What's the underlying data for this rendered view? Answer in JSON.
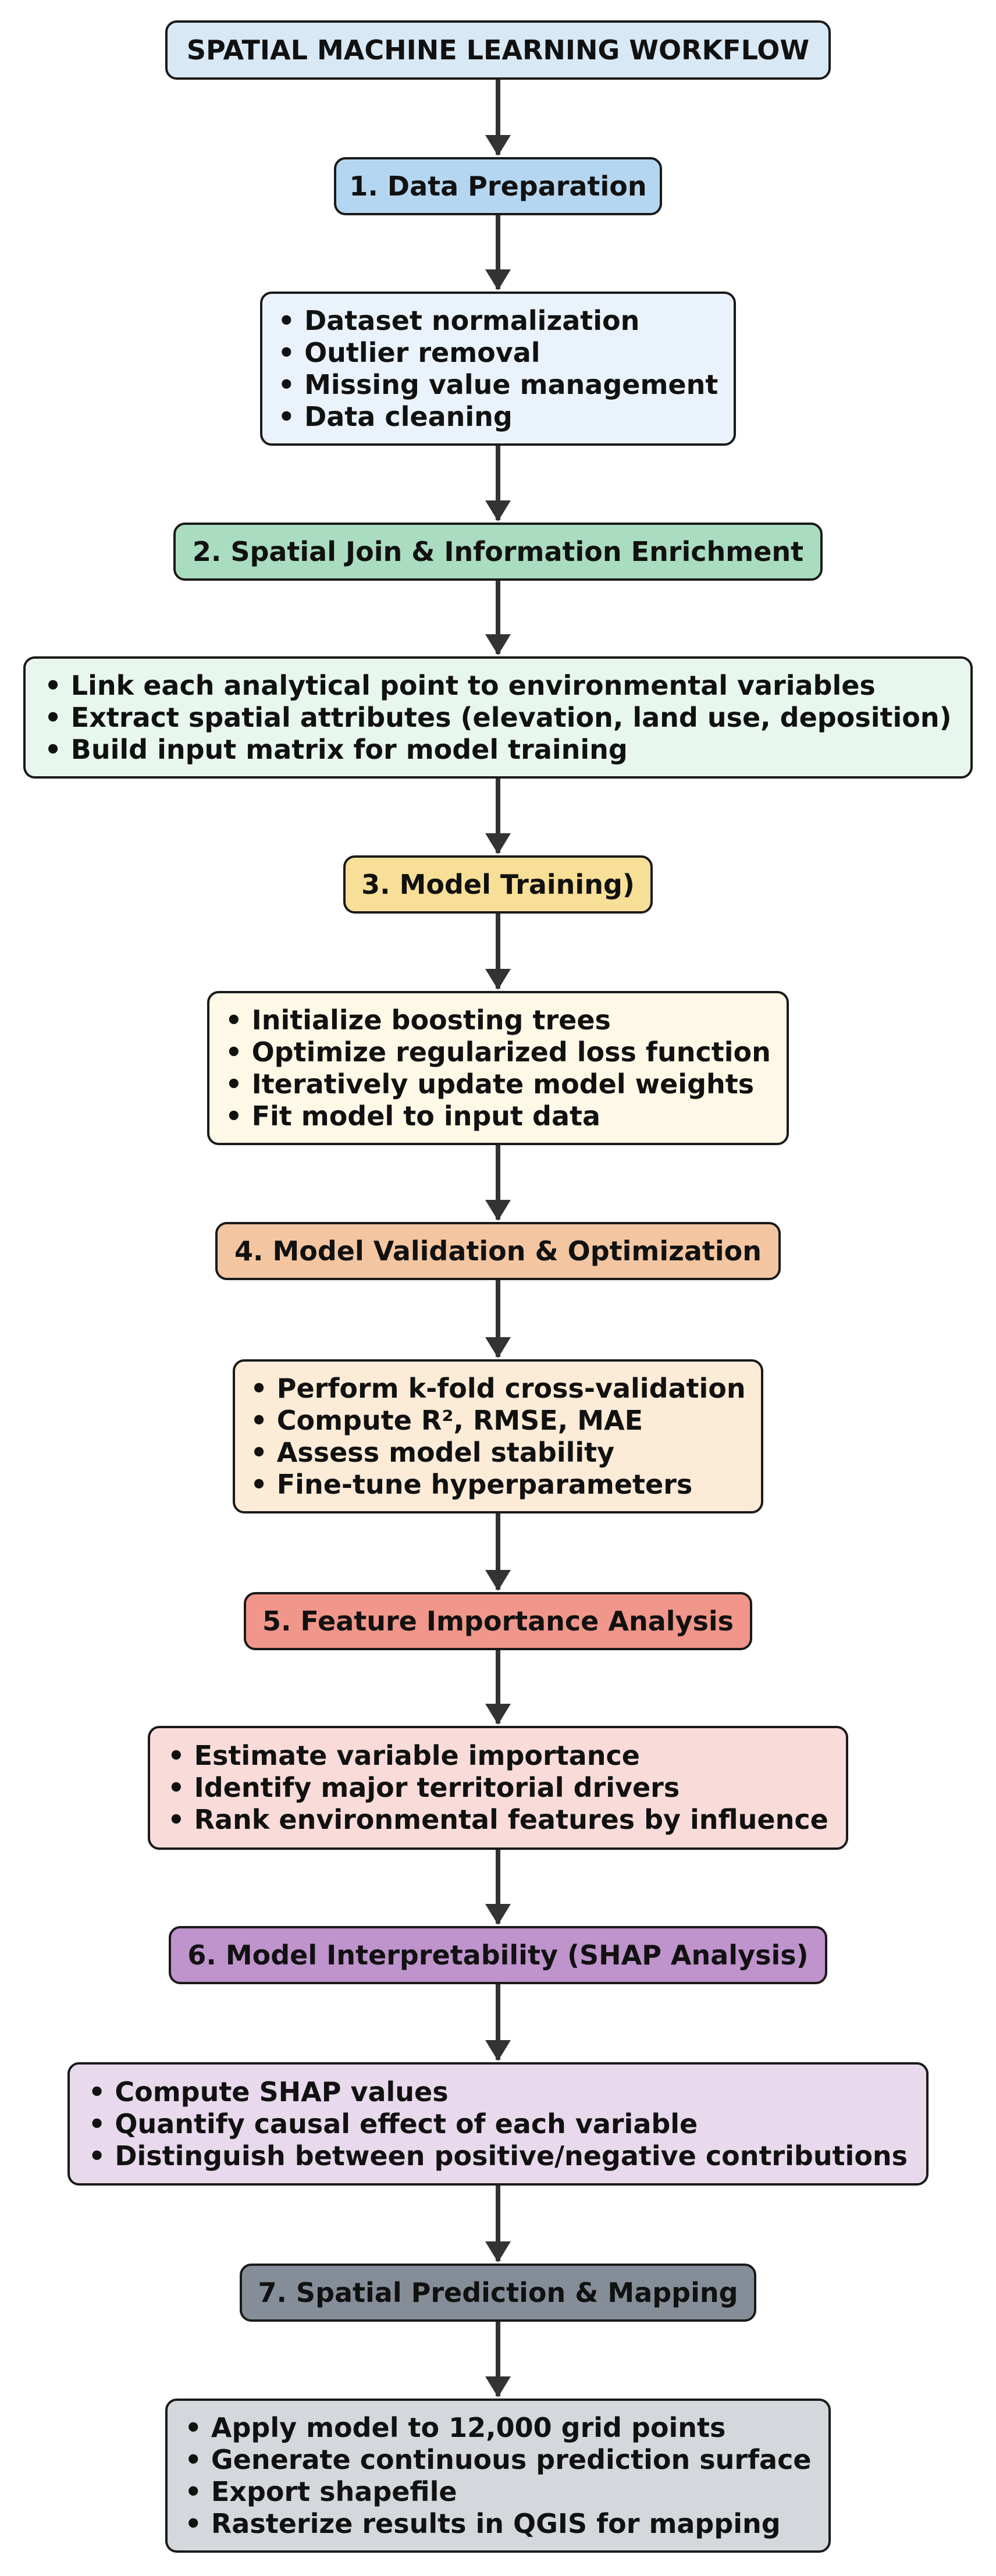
{
  "title": "SPATIAL MACHINE LEARNING WORKFLOW",
  "steps": [
    {
      "label": "1. Data Preparation",
      "color": "#b5d6f0",
      "list_color": "#eaf3fb",
      "bullets": [
        "Dataset normalization",
        "Outlier removal",
        "Missing value management",
        "Data cleaning"
      ]
    },
    {
      "label": "2. Spatial Join & Information Enrichment",
      "color": "#a9dcc0",
      "list_color": "#e8f7ee",
      "bullets": [
        "Link each analytical point to environmental variables",
        "Extract spatial attributes (elevation, land use, deposition)",
        "Build input matrix for model training"
      ]
    },
    {
      "label": "3. Model Training)",
      "color": "#f7df97",
      "list_color": "#fef8e6",
      "bullets": [
        "Initialize boosting trees",
        "Optimize regularized loss function",
        "Iteratively update model weights",
        "Fit model to input data"
      ]
    },
    {
      "label": "4. Model Validation & Optimization",
      "color": "#f3c6a1",
      "list_color": "#fcebd6",
      "bullets": [
        "Perform k-fold cross-validation",
        "Compute R², RMSE, MAE",
        "Assess model stability",
        "Fine-tune hyperparameters"
      ]
    },
    {
      "label": "5. Feature Importance Analysis",
      "color": "#f0968a",
      "list_color": "#f9dcd9",
      "bullets": [
        "Estimate variable importance",
        "Identify major territorial drivers",
        "Rank environmental features by influence"
      ]
    },
    {
      "label": "6. Model Interpretability (SHAP Analysis)",
      "color": "#bf93cc",
      "list_color": "#e8d9ec",
      "bullets": [
        "Compute SHAP values",
        "Quantify causal effect of each variable",
        "Distinguish between positive/negative contributions"
      ]
    },
    {
      "label": "7. Spatial Prediction & Mapping",
      "color": "#858e98",
      "list_color": "#d4d8dc",
      "bullets": [
        "Apply model to 12,000 grid points",
        "Generate continuous prediction surface",
        "Export shapefile",
        "Rasterize results in QGIS for mapping"
      ]
    }
  ]
}
